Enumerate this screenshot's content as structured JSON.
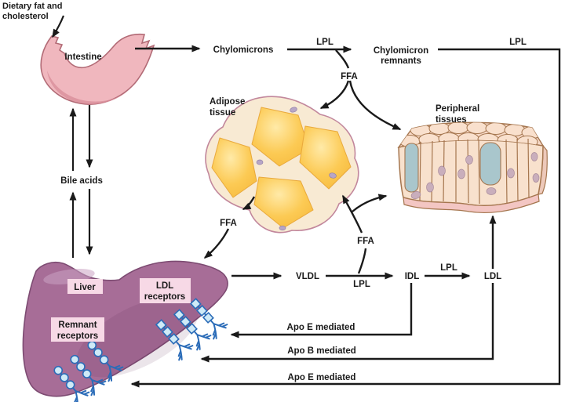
{
  "figure": {
    "labels": {
      "dietary_line1": "Dietary fat and",
      "dietary_line2": "cholesterol",
      "intestine": "Intestine",
      "chylomicrons": "Chylomicrons",
      "lpl_chylomicron": "LPL",
      "remnants_line1": "Chylomicron",
      "remnants_line2": "remnants",
      "lpl_remnants": "LPL",
      "ffa_chylomicron": "FFA",
      "adipose_line1": "Adipose",
      "adipose_line2": "tissue",
      "peripheral_line1": "Peripheral",
      "peripheral_line2": "tissues",
      "bile_acids": "Bile acids",
      "ffa_adipose_liver": "FFA",
      "ffa_vldl": "FFA",
      "vldl": "VLDL",
      "lpl_vldl_idl": "LPL",
      "idl": "IDL",
      "lpl_idl_ldl": "LPL",
      "ldl": "LDL",
      "liver": "Liver",
      "ldl_receptors_line1": "LDL",
      "ldl_receptors_line2": "receptors",
      "remnant_receptors_line1": "Remnant",
      "remnant_receptors_line2": "receptors",
      "apo_e_idl": "Apo E mediated",
      "apo_b_ldl": "Apo B mediated",
      "apo_e_remnants": "Apo E mediated"
    },
    "colors": {
      "bg": "#ffffff",
      "ink": "#1a1a1a",
      "intestine_fill": "#f0b7be",
      "intestine_shade": "#d98f9b",
      "intestine_stroke": "#b26b76",
      "adipose_rim": "#f8ead3",
      "adipose_stroke": "#c2879c",
      "fat_light": "#ffeaa8",
      "fat_mid": "#fcca54",
      "fat_deep": "#f6b93c",
      "nucleus": "#b7a6c6",
      "tissue_cell": "#f8e1cd",
      "tissue_top": "#f7d9c7",
      "tissue_stroke": "#a5764f",
      "tissue_blue": "#a9c6cc",
      "tissue_nucleus": "#c9aebc",
      "tissue_rim": "#f3c6c3",
      "tissue_side": "#edc9ba",
      "liver_fill": "#a76d97",
      "liver_stroke": "#7d4b72",
      "liver_highlight": "#cba2c2",
      "label_box": "#f7d9e6",
      "receptor_stroke": "#2b6cb8",
      "receptor_head": "#cfeaf7"
    }
  }
}
